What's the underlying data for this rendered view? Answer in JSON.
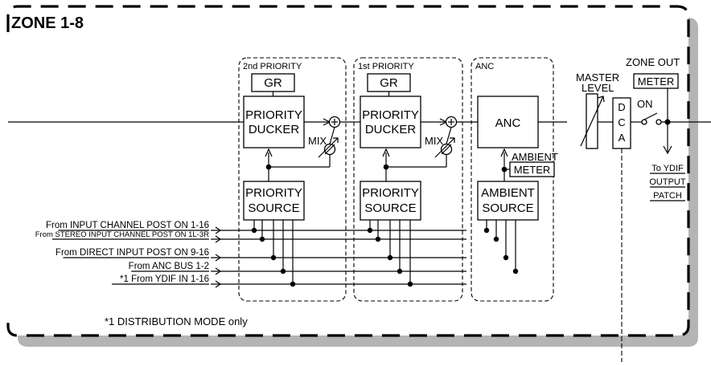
{
  "zone": {
    "title": "ZONE 1-8",
    "footnote": "*1 DISTRIBUTION MODE only"
  },
  "blocks": {
    "p2": {
      "group_label": "2nd PRIORITY",
      "gr": "GR",
      "ducker": [
        "PRIORITY",
        "DUCKER"
      ],
      "source": [
        "PRIORITY",
        "SOURCE"
      ],
      "mix": "MIX"
    },
    "p1": {
      "group_label": "1st PRIORITY",
      "gr": "GR",
      "ducker": [
        "PRIORITY",
        "DUCKER"
      ],
      "source": [
        "PRIORITY",
        "SOURCE"
      ],
      "mix": "MIX"
    },
    "anc": {
      "group_label": "ANC",
      "main": "ANC",
      "ambient_label": "AMBIENT",
      "meter": "METER",
      "source": [
        "AMBIENT",
        "SOURCE"
      ]
    }
  },
  "master": {
    "label": [
      "MASTER",
      "LEVEL"
    ],
    "dca": [
      "D",
      "C",
      "A"
    ]
  },
  "zone_out": {
    "label": "ZONE OUT",
    "meter": "METER",
    "on": "ON",
    "patch": [
      "To YDIF",
      "OUTPUT",
      "PATCH"
    ]
  },
  "inputs": [
    "From INPUT CHANNEL POST ON 1-16",
    "From STEREO INPUT CHANNEL POST ON 1L-3R",
    "From DIRECT INPUT POST ON 9-16",
    "From ANC BUS 1-2",
    "*1 From YDIF IN 1-16"
  ]
}
